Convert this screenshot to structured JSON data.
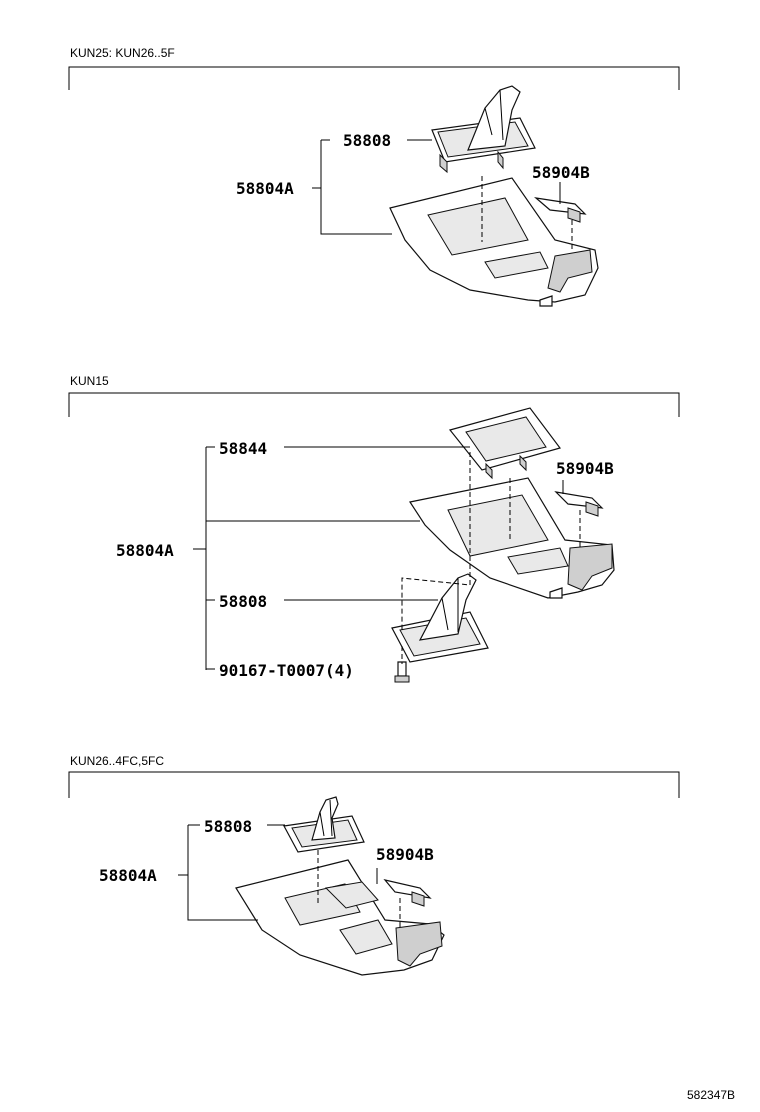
{
  "sections": [
    {
      "title": "KUN25: KUN26..5F",
      "labels": {
        "shift_boot": "58808",
        "console_box": "58804A",
        "bracket": "58904B"
      }
    },
    {
      "title": "KUN15",
      "labels": {
        "bezel": "58844",
        "bracket": "58904B",
        "console_box": "58804A",
        "shift_boot": "58808",
        "screw": "90167-T0007(4)"
      }
    },
    {
      "title": "KUN26..4FC,5FC",
      "labels": {
        "shift_boot": "58808",
        "console_box": "58804A",
        "bracket": "58904B"
      }
    }
  ],
  "diagram_id": "582347B"
}
